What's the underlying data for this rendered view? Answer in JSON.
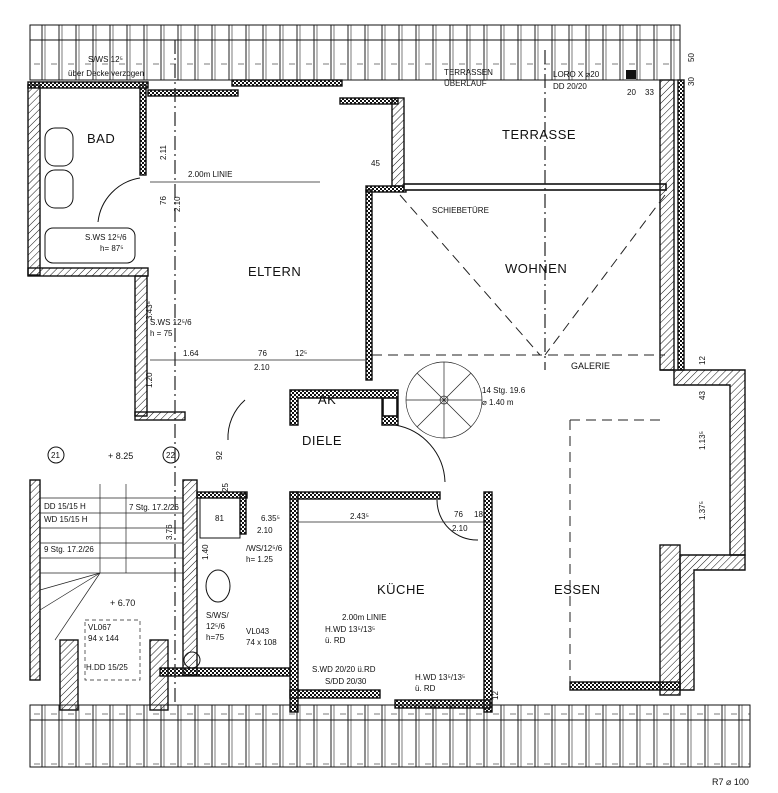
{
  "rooms": {
    "bad": "BAD",
    "eltern": "ELTERN",
    "terrasse": "TERRASSE",
    "wohnen": "WOHNEN",
    "ak": "AK",
    "diele": "DIELE",
    "kueche": "KÜCHE",
    "essen": "ESSEN",
    "galerie": "GALERIE"
  },
  "notes": {
    "sws_top": "S/WS 12⁵",
    "ueber_decke": "über Decke verzogen",
    "terrassen_ueberlauf_1": "TERRASSEN",
    "terrassen_ueberlauf_2": "ÜBERLAUF",
    "loro": "LORO X ⌀20",
    "dd_top": "DD 20/20",
    "linie_eltern": "2.00m LINIE",
    "schiebetuere": "SCHIEBETÜRE",
    "sws_bad": "S.WS 12⁵/6",
    "h_bad": "h= 87⁵",
    "sws_eltern": "S.WS 12⁵/6",
    "h_eltern": "h = 75",
    "spiral_stair_1": "14 Stg. 19.6",
    "spiral_stair_2": "⌀ 1.40 m",
    "axis_21": "21",
    "axis_22": "22",
    "level_825": "+ 8.25",
    "level_670": "+ 6.70",
    "dd_stair": "DD 15/15  H",
    "wd_stair": "WD 15/15  H",
    "stg7": "7 Stg. 17.2/26",
    "stg9": "9 Stg. 17.2/26",
    "vl067_1": "VL067",
    "vl067_2": "94 x 144",
    "hdd": "H.DD 15/25",
    "wsh_wc": "/WS/12⁵/6",
    "h_wc": "h= 1.25",
    "sws_wc_1": "S/WS/",
    "sws_wc_2": "12⁵/6",
    "sws_wc_3": "h=75",
    "vl043_1": "VL043",
    "vl043_2": "74 x 108",
    "linie_kueche": "2.00m LINIE",
    "hwd_1a": "H.WD 13⁵/13⁵",
    "hwd_1b": "ü. RD",
    "swd": "S.WD 20/20 ü.RD",
    "sdd": "S/DD  20/30",
    "hwd_2a": "H.WD 13⁵/13⁵",
    "hwd_2b": "ü. RD",
    "scale": "R7 ⌀ 100"
  },
  "dimensions": {
    "d211": "2.11",
    "d76a": "76",
    "d210a": "2.10",
    "d45": "45",
    "d3435": "3.43⁵",
    "d120": "1.20",
    "d164": "1.64",
    "d76b": "76",
    "d210b": "2.10",
    "d125": "12⁵",
    "d50": "50",
    "d30": "30",
    "d20": "20",
    "d33": "33",
    "d12": "12",
    "d43": "43",
    "d1135": "1.13⁵",
    "d1375": "1.37⁵",
    "d92": "92",
    "d25": "25",
    "d376": "3.76",
    "d81": "81",
    "d635": "6.35⁵",
    "d210c": "2.10",
    "d140": "1.40",
    "d2435": "2.43⁵",
    "d76c": "76",
    "d18": "18",
    "d210d": "2.10",
    "d12b": "12"
  }
}
